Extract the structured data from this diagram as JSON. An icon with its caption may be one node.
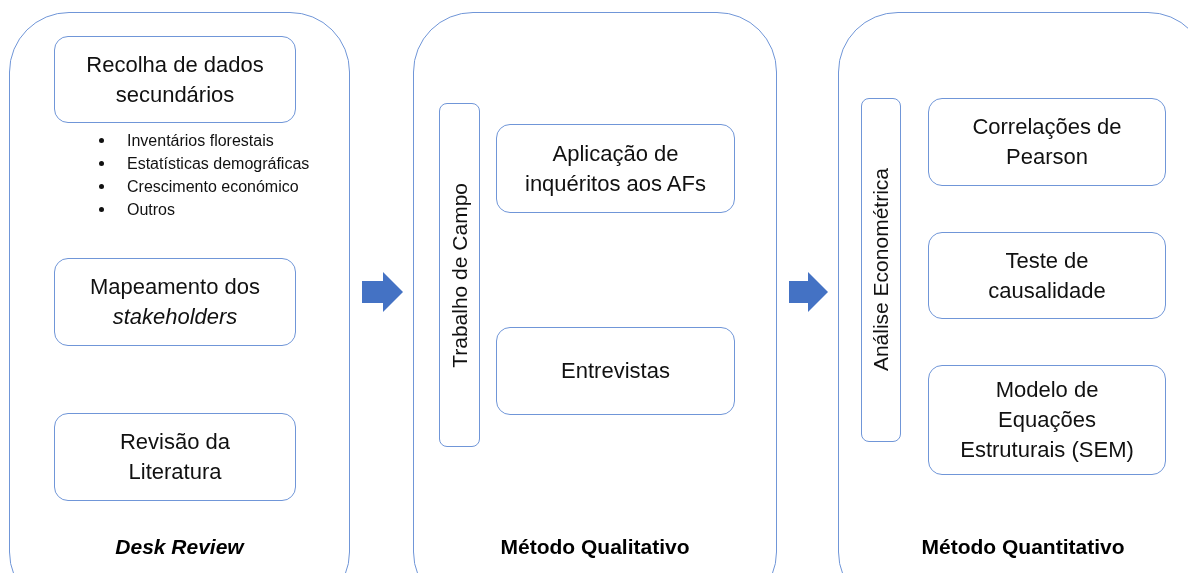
{
  "diagram": {
    "nodes": [
      {
        "text": [
          "*Desk Review*"
        ]
      },
      {
        "text": [
          "Recolha de dados secundários"
        ],
        "in": 0,
        "beside": [
          "Inventários florestais",
          "Estatísticas demográficas",
          "Crescimento económico",
          "Outros"
        ]
      },
      {
        "text": [
          "Mapeamento dos *stakeholders*"
        ],
        "in": 0
      },
      {
        "text": [
          "Revisão da Literatura"
        ],
        "in": 0
      },
      {
        "text": [
          "Método Qualitativo"
        ]
      },
      {
        "text": [
          "Trabalho de Campo"
        ],
        "in": 4
      },
      {
        "text": [
          "Aplicação de inquéritos aos AFs"
        ],
        "in": 4
      },
      {
        "text": [
          "Entrevistas"
        ],
        "in": 4
      },
      {
        "text": [
          "Método Quantitativo"
        ]
      },
      {
        "text": [
          "Análise Econométrica"
        ],
        "in": 8
      },
      {
        "text": [
          "Correlações de Pearson"
        ],
        "in": 8
      },
      {
        "text": [
          "Teste de causalidade"
        ],
        "in": 8
      },
      {
        "text": [
          "Modelo de Equações Estruturais (SEM)"
        ],
        "in": 8
      }
    ],
    "edges": [
      {
        "from": 0,
        "to": 4,
        "arrow": "to"
      },
      {
        "from": 4,
        "to": 8,
        "arrow": "to"
      }
    ]
  }
}
